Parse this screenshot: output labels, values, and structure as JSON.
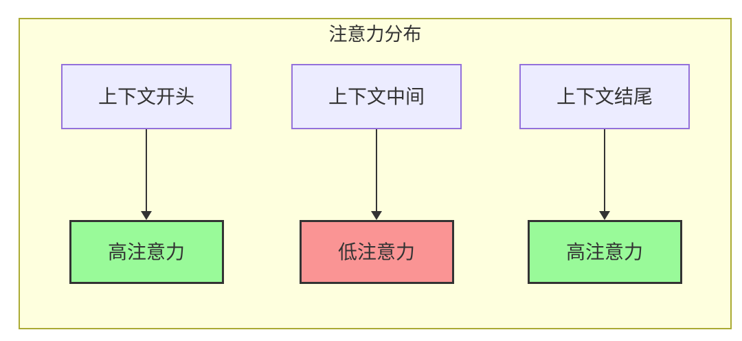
{
  "diagram": {
    "title": "注意力分布",
    "columns": [
      {
        "source": "上下文开头",
        "target": "高注意力",
        "target_type": "high"
      },
      {
        "source": "上下文中间",
        "target": "低注意力",
        "target_type": "low"
      },
      {
        "source": "上下文结尾",
        "target": "高注意力",
        "target_type": "high"
      }
    ],
    "colors": {
      "canvas_bg": "#feffde",
      "canvas_border": "#aaaa33",
      "source_fill": "#ececff",
      "source_border": "#9370db",
      "high_fill": "#99fa99",
      "low_fill": "#fa9494",
      "target_border": "#333333",
      "arrow": "#333333",
      "text": "#333333"
    }
  }
}
